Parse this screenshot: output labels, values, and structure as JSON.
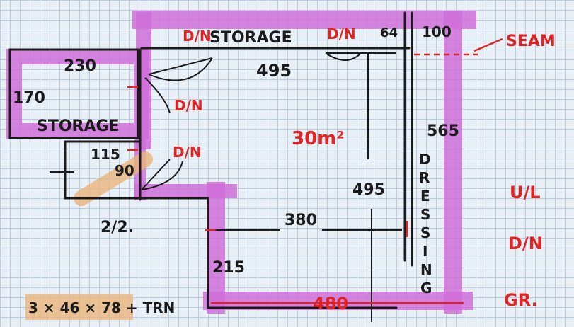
{
  "labels": {
    "storage_top": "STORAGE",
    "storage_left": "STORAGE",
    "door_top_left": "D/N",
    "door_top_right": "D/N",
    "door_mid": "D/N",
    "door_lower": "D/N",
    "dim_64": "64",
    "dim_100": "100",
    "dim_495_top": "495",
    "dim_230": "230",
    "dim_170": "170",
    "dim_565": "565",
    "dim_115": "115",
    "dim_90": "90",
    "dim_495_mid": "495",
    "dim_380": "380",
    "dim_212": "2/2.",
    "dim_215": "215",
    "dim_480": "480",
    "area": "30m²",
    "seam": "SEAM",
    "dressing": [
      "D",
      "R",
      "E",
      "S",
      "S",
      "I",
      "N",
      "G"
    ],
    "legend_ul": "U/L",
    "legend_dn": "D/N",
    "legend_gr": "GR.",
    "note": "3 × 46 × 78 + TRN"
  },
  "colors": {
    "magenta": "#cf6fd8",
    "ink": "#1b1b1b",
    "red": "#e02424",
    "tan": "#e9b57d",
    "grid": "#b9cce0"
  }
}
